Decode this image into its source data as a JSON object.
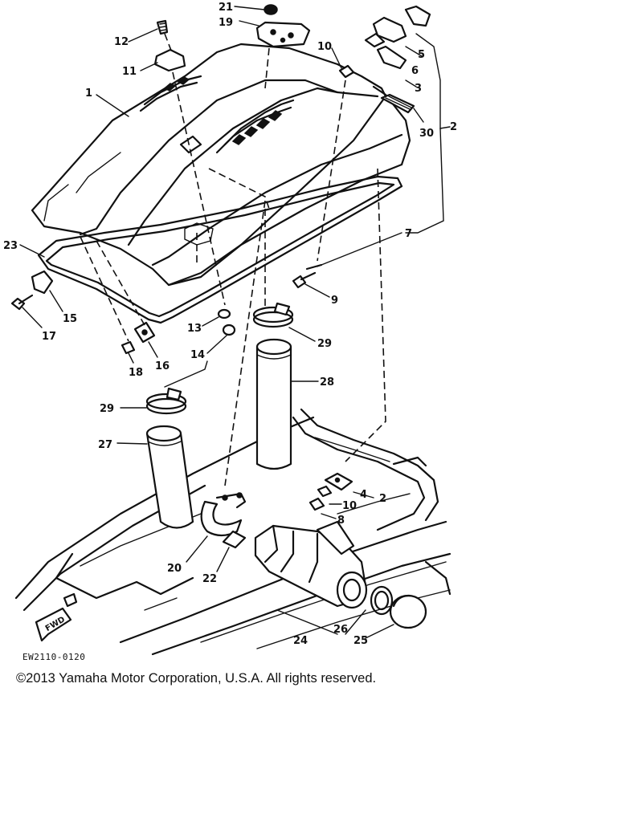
{
  "diagram": {
    "drawing_code": "EW2110-0120",
    "fwd_label": "FWD",
    "callouts": [
      {
        "id": "c1",
        "label": "1"
      },
      {
        "id": "c2",
        "label": "2"
      },
      {
        "id": "c2b",
        "label": "2"
      },
      {
        "id": "c3",
        "label": "3"
      },
      {
        "id": "c4",
        "label": "4"
      },
      {
        "id": "c5",
        "label": "5"
      },
      {
        "id": "c6",
        "label": "6"
      },
      {
        "id": "c7",
        "label": "7"
      },
      {
        "id": "c8",
        "label": "8"
      },
      {
        "id": "c9",
        "label": "9"
      },
      {
        "id": "c10",
        "label": "10"
      },
      {
        "id": "c10b",
        "label": "10"
      },
      {
        "id": "c11",
        "label": "11"
      },
      {
        "id": "c12",
        "label": "12"
      },
      {
        "id": "c13",
        "label": "13"
      },
      {
        "id": "c14",
        "label": "14"
      },
      {
        "id": "c15",
        "label": "15"
      },
      {
        "id": "c16",
        "label": "16"
      },
      {
        "id": "c17",
        "label": "17"
      },
      {
        "id": "c18",
        "label": "18"
      },
      {
        "id": "c19",
        "label": "19"
      },
      {
        "id": "c20",
        "label": "20"
      },
      {
        "id": "c21",
        "label": "21"
      },
      {
        "id": "c22",
        "label": "22"
      },
      {
        "id": "c23",
        "label": "23"
      },
      {
        "id": "c24",
        "label": "24"
      },
      {
        "id": "c25",
        "label": "25"
      },
      {
        "id": "c26",
        "label": "26"
      },
      {
        "id": "c27",
        "label": "27"
      },
      {
        "id": "c28",
        "label": "28"
      },
      {
        "id": "c29",
        "label": "29"
      },
      {
        "id": "c29b",
        "label": "29"
      },
      {
        "id": "c30",
        "label": "30"
      }
    ]
  },
  "footer": {
    "copyright": "©2013 Yamaha Motor Corporation, U.S.A. All rights reserved."
  }
}
